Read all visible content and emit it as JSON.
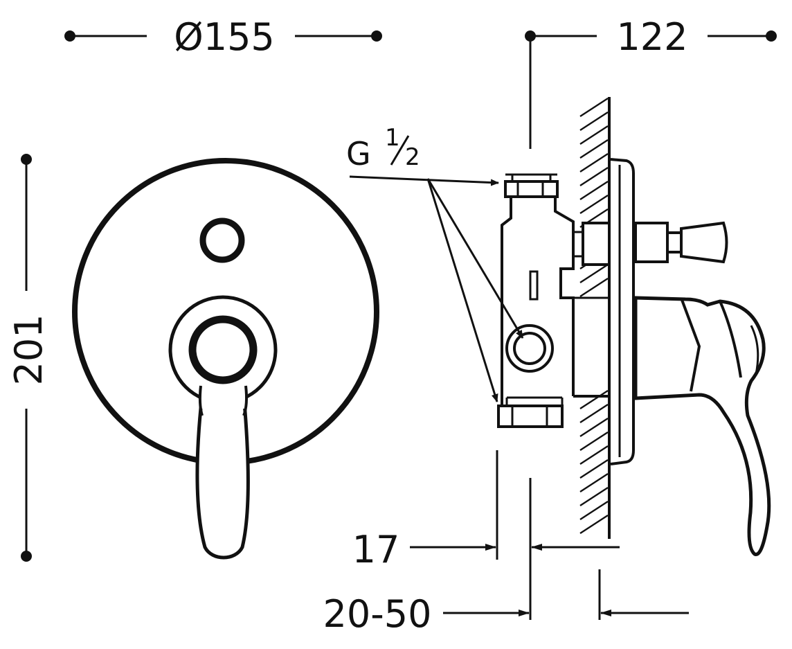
{
  "colors": {
    "line": "#111111",
    "background": "#ffffff"
  },
  "dimensions": {
    "diameter": "Ø155",
    "depth": "122",
    "height": "201",
    "wall_min": "17",
    "wall_range": "20-50"
  },
  "connection": {
    "label": "G",
    "fraction_top": "1",
    "fraction_bottom": "2"
  }
}
